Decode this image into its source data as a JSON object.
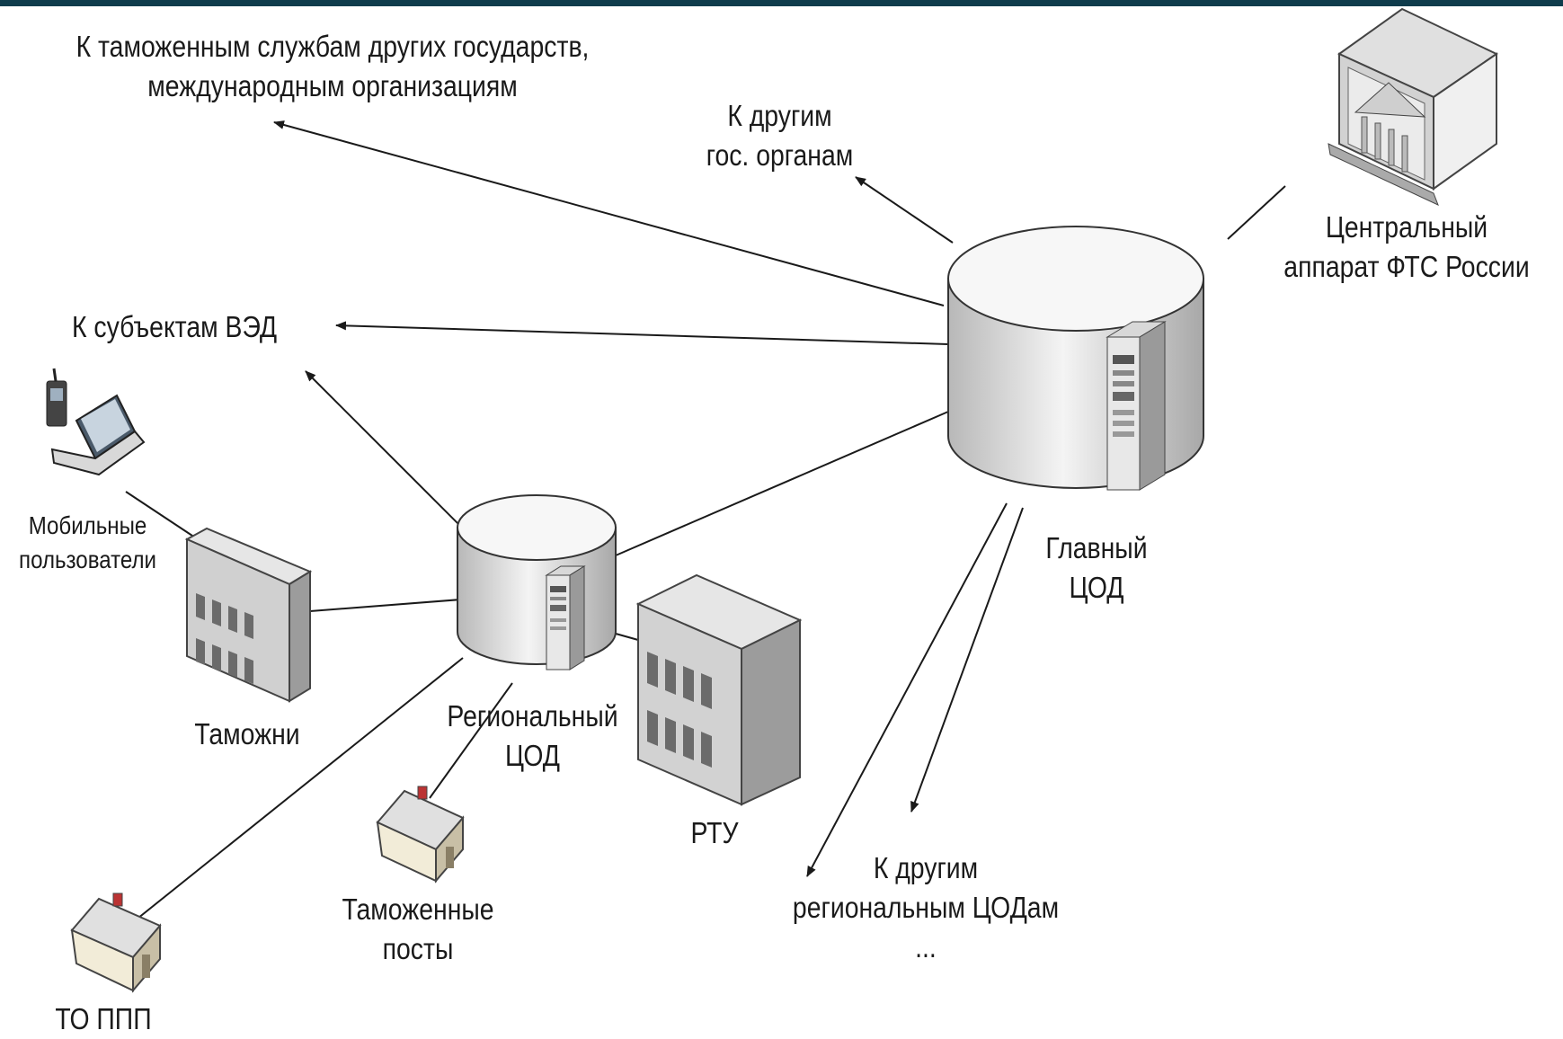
{
  "colors": {
    "topbar": "#0f3c4c",
    "line": "#1a1a1a",
    "node_fill": "#f2f2f2",
    "node_shade": "#c9c9c9"
  },
  "labels": {
    "foreign_customs": [
      "К таможенным службам других государств,",
      "международным организациям"
    ],
    "other_gov": [
      "К другим",
      "гос. органам"
    ],
    "central_office": [
      "Центральный",
      "аппарат ФТС России"
    ],
    "ved_subjects": "К субъектам ВЭД",
    "mobile_users": [
      "Мобильные",
      "пользователи"
    ],
    "customs": "Таможни",
    "regional_dc": [
      "Региональный",
      "ЦОД"
    ],
    "main_dc": [
      "Главный",
      "ЦОД"
    ],
    "rtu": "РТУ",
    "customs_posts": [
      "Таможенные",
      "посты"
    ],
    "to_ppp": "ТО ППП",
    "other_regional_dc": [
      "К другим",
      "региональным ЦОДам",
      "..."
    ]
  },
  "nodes": [
    {
      "id": "main-dc",
      "icon": "database-cylinder-icon"
    },
    {
      "id": "regional-dc",
      "icon": "database-cylinder-icon"
    },
    {
      "id": "central-office",
      "icon": "government-building-icon"
    },
    {
      "id": "mobile-users",
      "icon": "laptop-phone-icon"
    },
    {
      "id": "customs",
      "icon": "office-building-icon"
    },
    {
      "id": "rtu",
      "icon": "office-building-icon"
    },
    {
      "id": "customs-posts",
      "icon": "house-icon"
    },
    {
      "id": "to-ppp",
      "icon": "house-icon"
    }
  ]
}
